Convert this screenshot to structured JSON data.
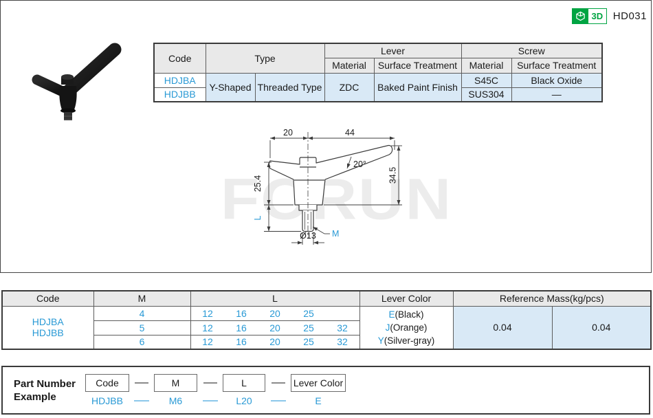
{
  "page": {
    "code": "HD031",
    "badge_3d_label": "3D"
  },
  "spec_table": {
    "col_code": "Code",
    "col_type": "Type",
    "col_lever": "Lever",
    "col_screw": "Screw",
    "col_lever_material": "Material",
    "col_lever_surface": "Surface Treatment",
    "col_screw_material": "Material",
    "col_screw_surface": "Surface Treatment",
    "code_1": "HDJBA",
    "code_2": "HDJBB",
    "type_shape": "Y-Shaped",
    "type_mount": "Threaded Type",
    "lever_material": "ZDC",
    "lever_surface": "Baked Paint Finish",
    "screw_material_1": "S45C",
    "screw_surface_1": "Black Oxide",
    "screw_material_2": "SUS304",
    "screw_surface_2": "—"
  },
  "drawing": {
    "watermark": "FORUN",
    "dim_arm_short": "20",
    "dim_arm_long": "44",
    "dim_angle": "20°",
    "dim_height_total": "34.5",
    "dim_height_body": "25.4",
    "dim_thread_length": "L",
    "dim_thread_size": "M",
    "dim_diameter": "Ø13"
  },
  "size_table": {
    "col_code": "Code",
    "col_m": "M",
    "col_l": "L",
    "col_lever_color": "Lever Color",
    "col_ref_mass": "Reference Mass(kg/pcs)",
    "code_1": "HDJBA",
    "code_2": "HDJBB",
    "rows": [
      {
        "m": "4",
        "l": [
          "12",
          "16",
          "20",
          "25"
        ]
      },
      {
        "m": "5",
        "l": [
          "12",
          "16",
          "20",
          "25",
          "32"
        ]
      },
      {
        "m": "6",
        "l": [
          "12",
          "16",
          "20",
          "25",
          "32"
        ]
      }
    ],
    "lever_colors": [
      {
        "code": "E",
        "name": "(Black)"
      },
      {
        "code": "J",
        "name": "(Orange)"
      },
      {
        "code": "Y",
        "name": "(Silver-gray)"
      }
    ],
    "ref_mass_1": "0.04",
    "ref_mass_2": "0.04"
  },
  "part_number_example": {
    "title_line1": "Part Number",
    "title_line2": "Example",
    "fields": [
      {
        "label": "Code",
        "value": "HDJBB"
      },
      {
        "label": "M",
        "value": "M6"
      },
      {
        "label": "L",
        "value": "L20"
      },
      {
        "label": "Lever Color",
        "value": "E"
      }
    ]
  },
  "colors": {
    "accent_blue": "#2899d5",
    "light_blue_bg": "#d9e9f6",
    "header_gray_bg": "#e9e9e9",
    "badge_green": "#00a442",
    "border_dark": "#3a3a3a",
    "watermark_gray": "#ececec"
  }
}
